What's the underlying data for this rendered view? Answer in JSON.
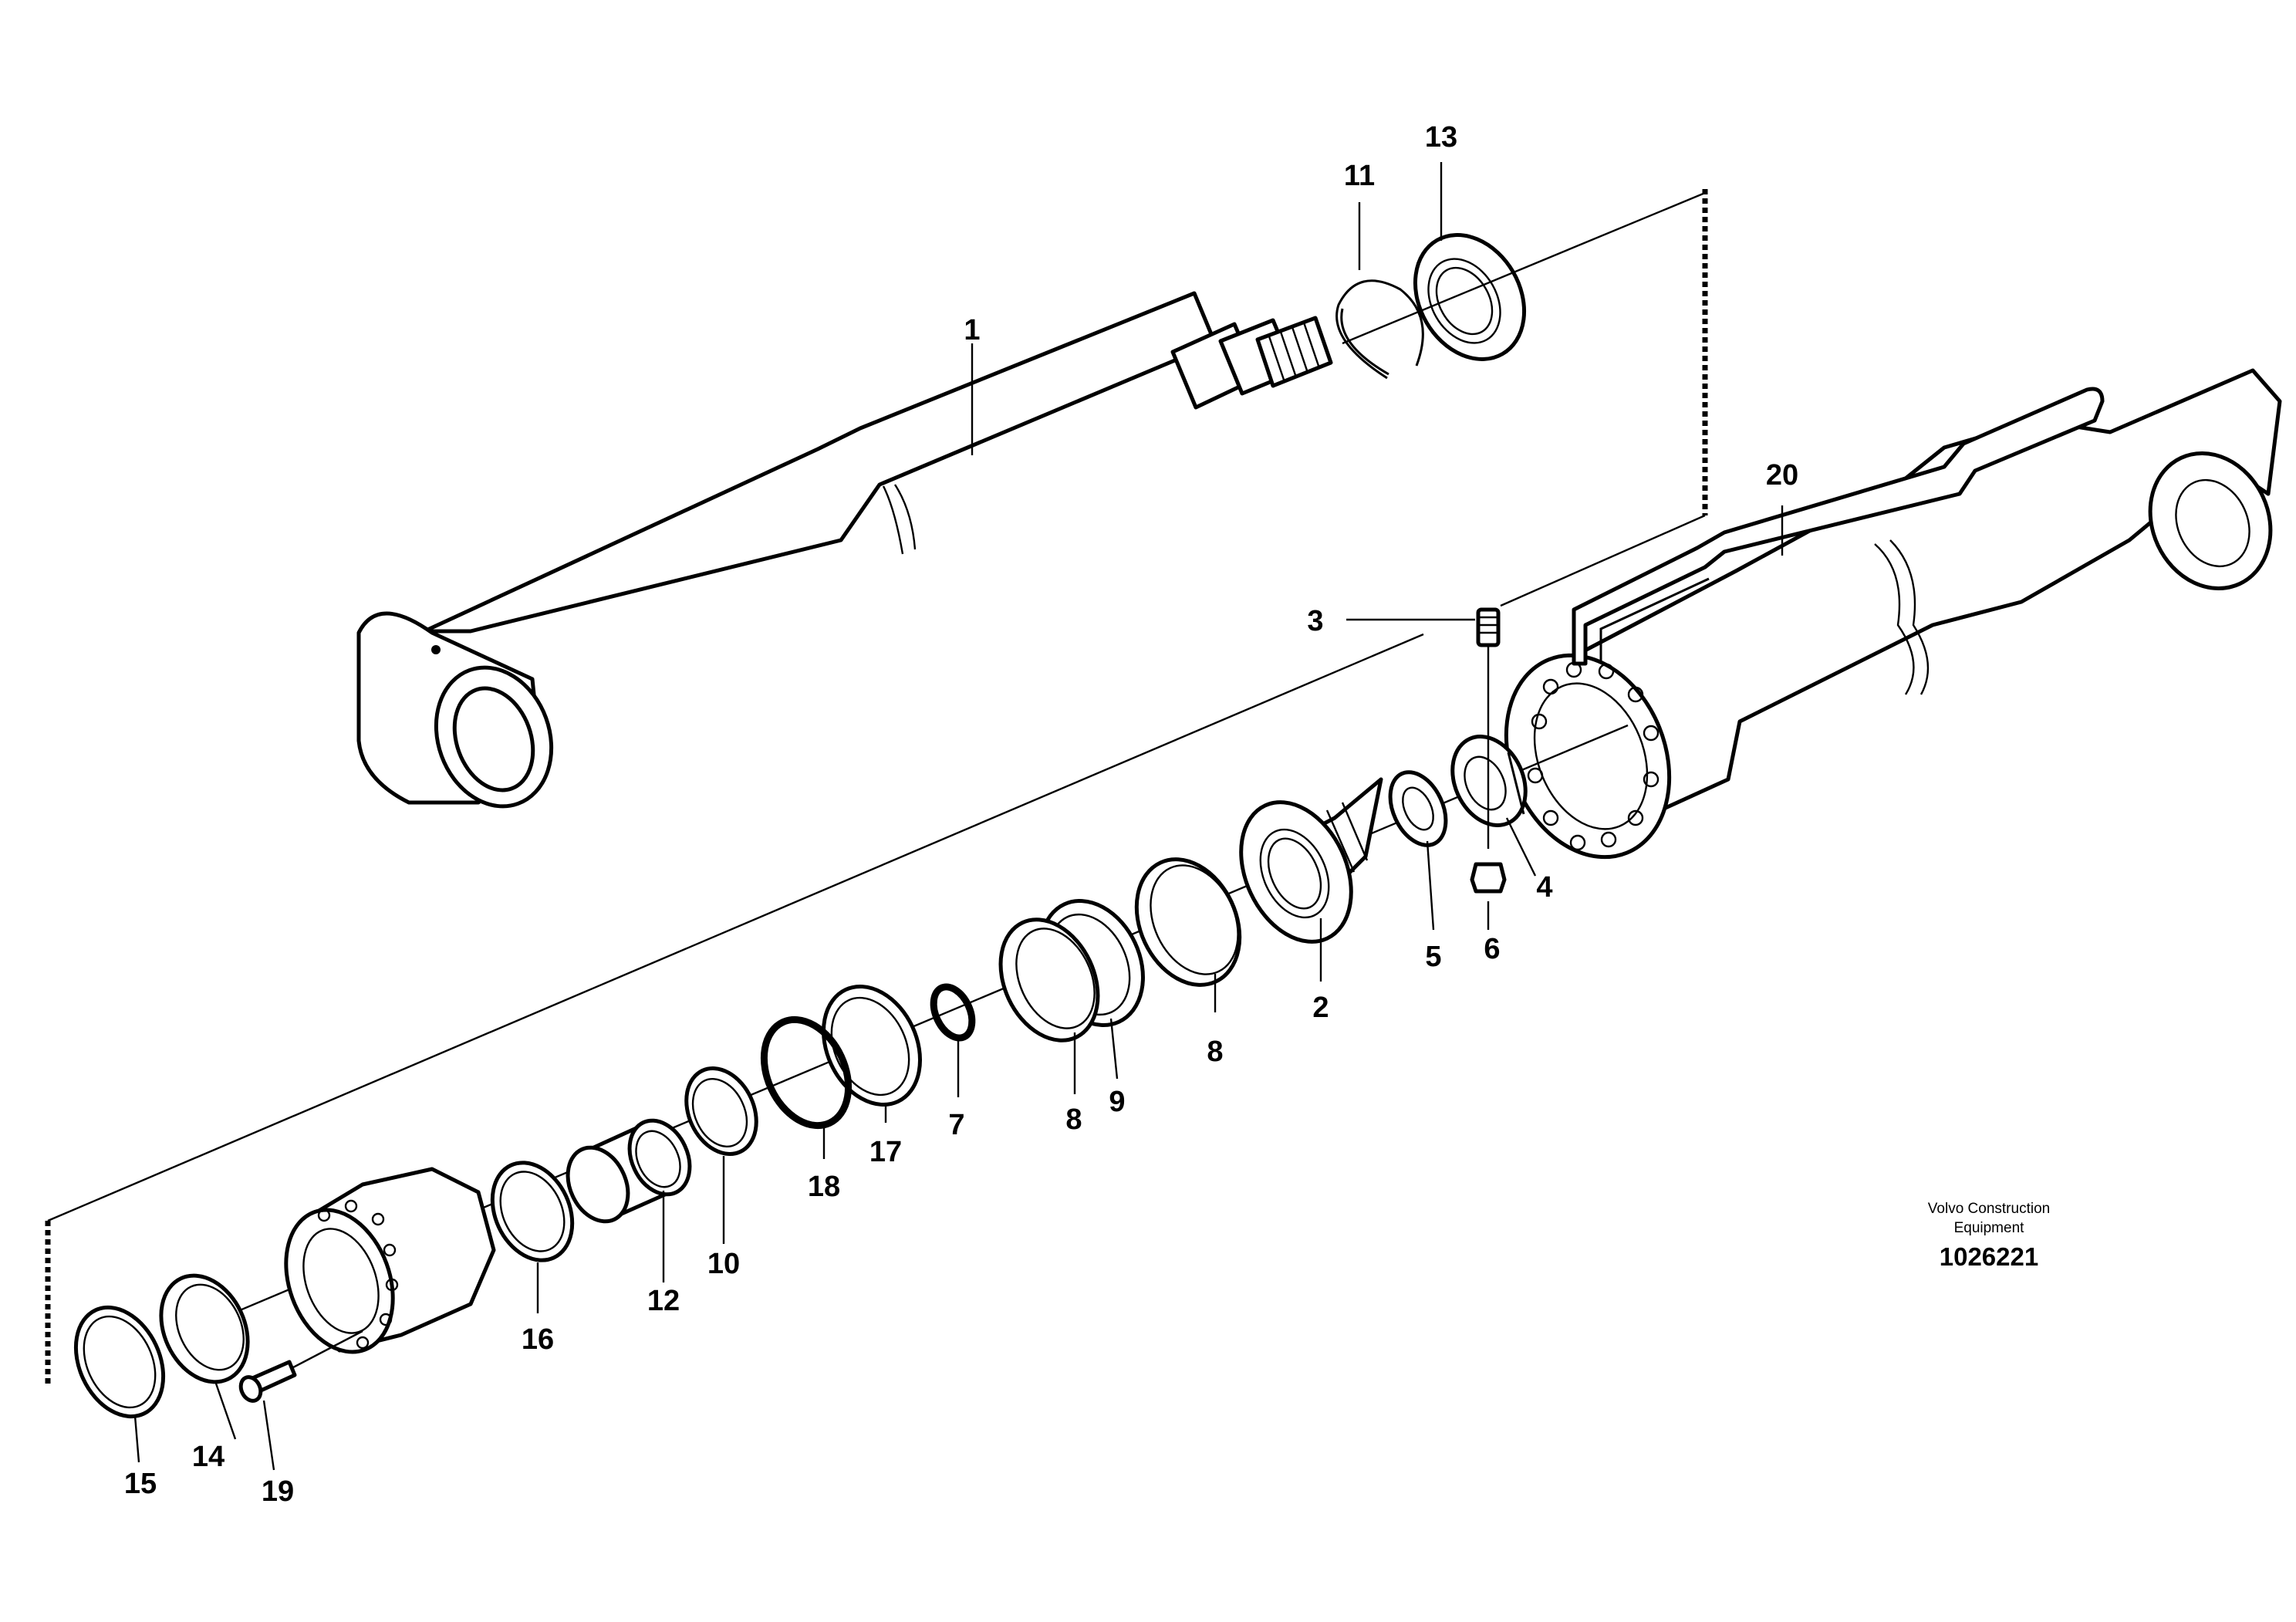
{
  "diagram": {
    "callouts": [
      {
        "id": "1",
        "text": "1"
      },
      {
        "id": "2",
        "text": "2"
      },
      {
        "id": "3",
        "text": "3"
      },
      {
        "id": "4",
        "text": "4"
      },
      {
        "id": "5",
        "text": "5"
      },
      {
        "id": "6",
        "text": "6"
      },
      {
        "id": "7",
        "text": "7"
      },
      {
        "id": "8a",
        "text": "8"
      },
      {
        "id": "8b",
        "text": "8"
      },
      {
        "id": "9",
        "text": "9"
      },
      {
        "id": "10",
        "text": "10"
      },
      {
        "id": "11",
        "text": "11"
      },
      {
        "id": "12",
        "text": "12"
      },
      {
        "id": "13",
        "text": "13"
      },
      {
        "id": "14",
        "text": "14"
      },
      {
        "id": "15",
        "text": "15"
      },
      {
        "id": "16",
        "text": "16"
      },
      {
        "id": "17",
        "text": "17"
      },
      {
        "id": "18",
        "text": "18"
      },
      {
        "id": "19",
        "text": "19"
      },
      {
        "id": "20",
        "text": "20"
      }
    ]
  },
  "credit": {
    "line1": "Volvo Construction",
    "line2": "Equipment",
    "doc_number": "1026221"
  }
}
